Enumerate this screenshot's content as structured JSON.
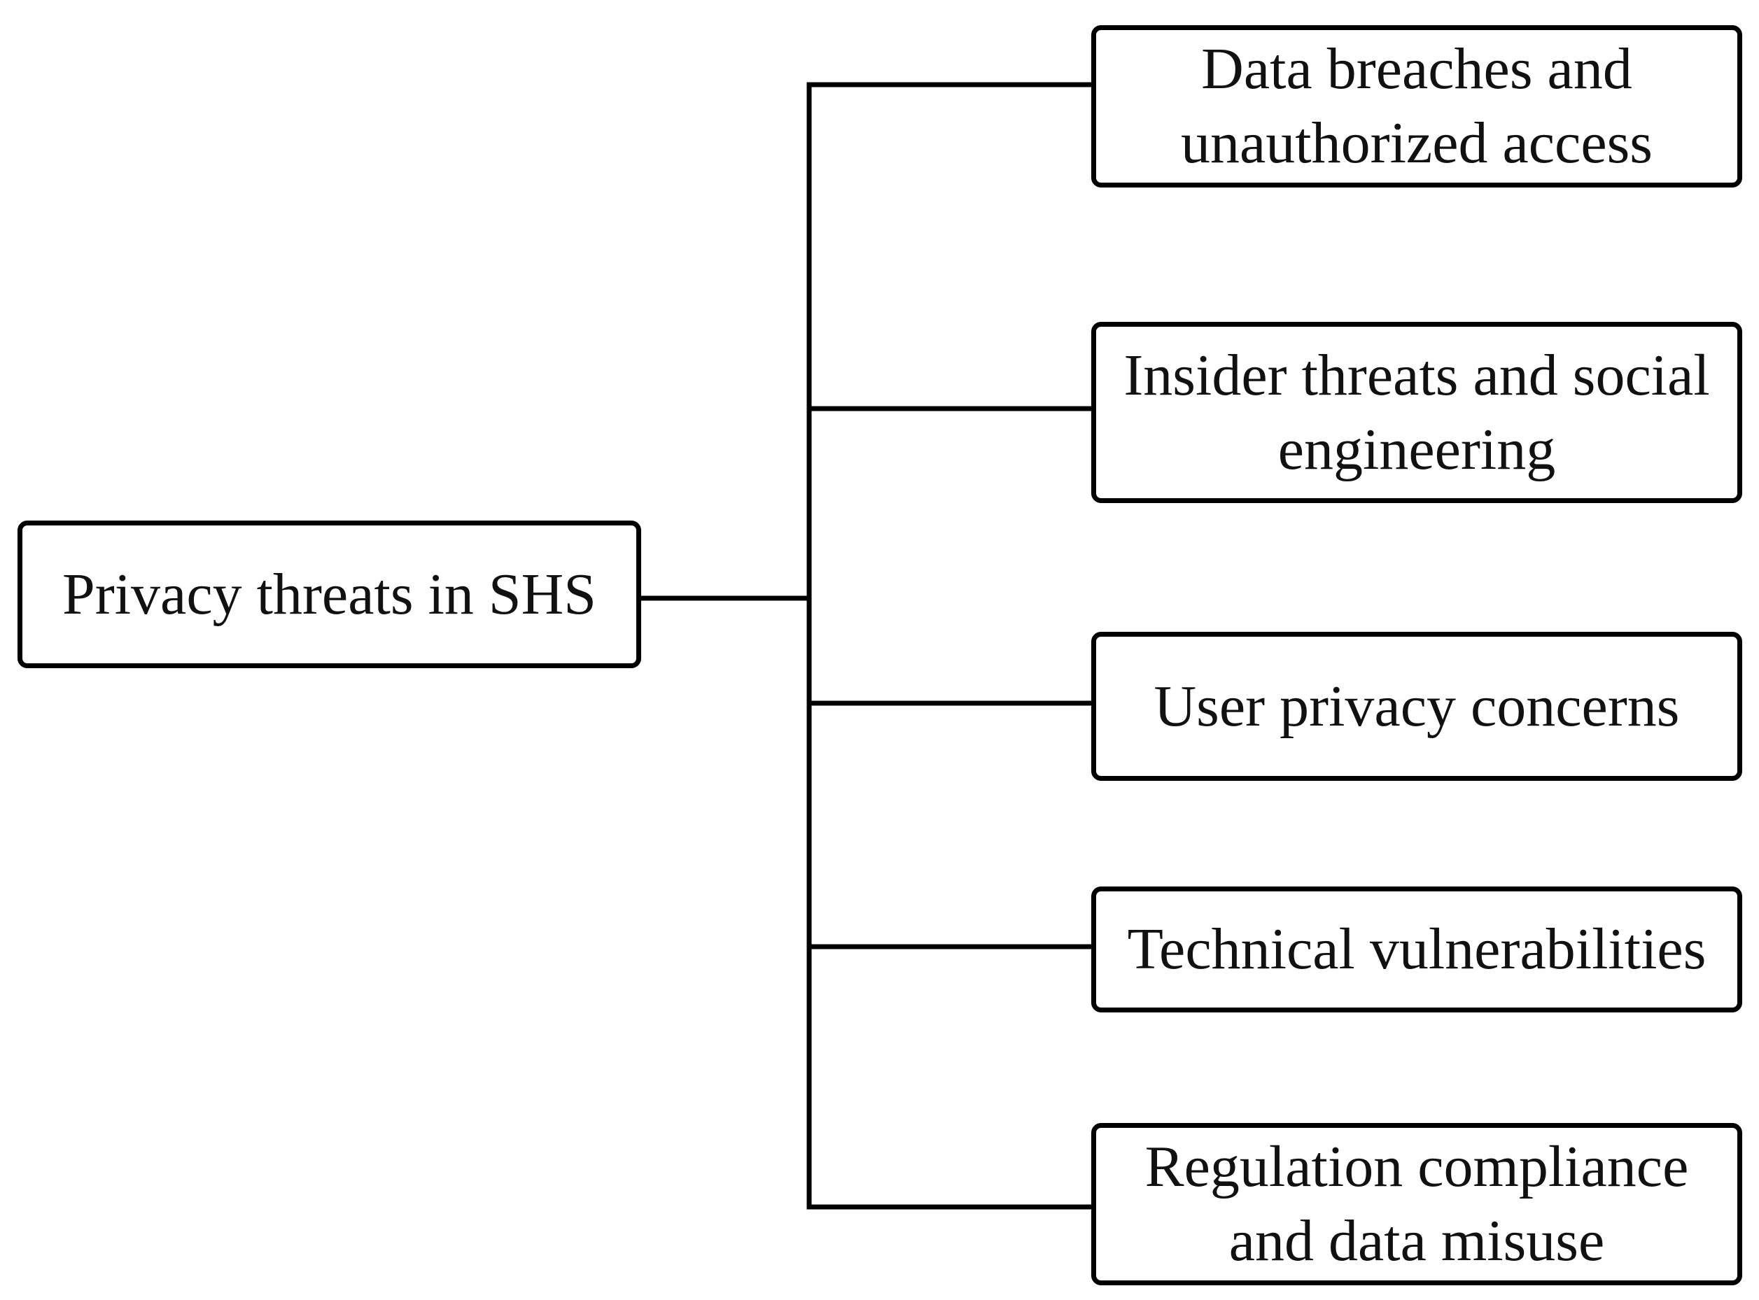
{
  "diagram": {
    "root": {
      "label": "Privacy threats in SHS"
    },
    "children": [
      {
        "label": "Data breaches  and unauthorized access"
      },
      {
        "label": "Insider threats and social engineering"
      },
      {
        "label": "User privacy concerns"
      },
      {
        "label": "Technical vulnerabilities"
      },
      {
        "label": "Regulation compliance and data misuse"
      }
    ]
  }
}
